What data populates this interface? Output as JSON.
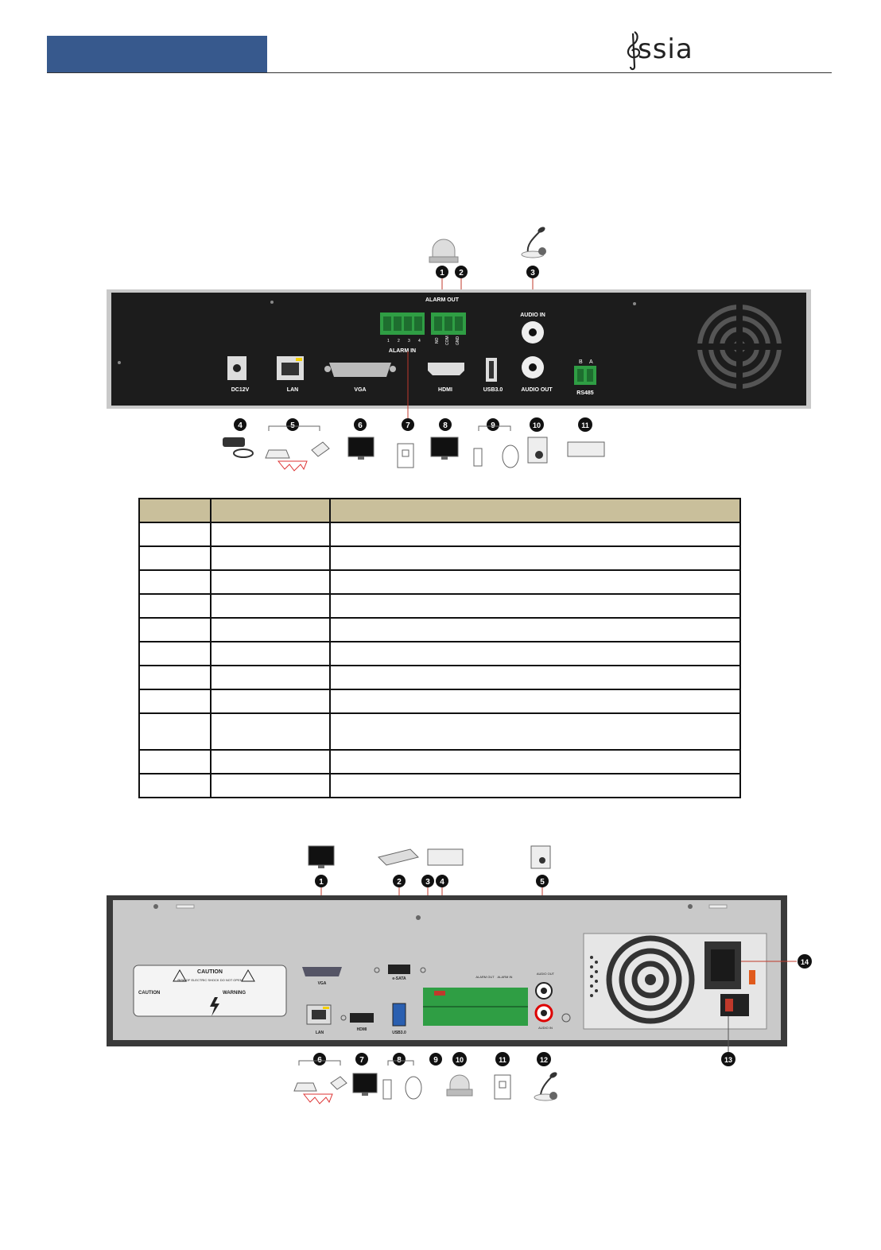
{
  "header": {
    "logo_text": "ssia"
  },
  "figure1": {
    "labels": {
      "alarm_out": "ALARM OUT",
      "alarm_in": "ALARM IN",
      "alarm_in_pins": [
        "1",
        "2",
        "3",
        "4"
      ],
      "alarm_out_pins": [
        "NO",
        "COM",
        "GND"
      ],
      "audio_in": "AUDIO IN",
      "audio_out": "AUDIO OUT",
      "dc12v": "DC12V",
      "lan": "LAN",
      "vga": "VGA",
      "hdmi": "HDMI",
      "usb": "USB3.0",
      "rs485": "RS485",
      "rs485_pins": [
        "B",
        "A"
      ]
    },
    "callouts": [
      "1",
      "2",
      "3",
      "4",
      "5",
      "6",
      "7",
      "8",
      "9",
      "10",
      "11"
    ]
  },
  "table": {
    "headers": [
      "",
      "",
      ""
    ],
    "rows": [
      [
        "",
        "",
        ""
      ],
      [
        "",
        "",
        ""
      ],
      [
        "",
        "",
        ""
      ],
      [
        "",
        "",
        ""
      ],
      [
        "",
        "",
        ""
      ],
      [
        "",
        "",
        ""
      ],
      [
        "",
        "",
        ""
      ],
      [
        "",
        "",
        ""
      ],
      [
        "",
        "",
        ""
      ],
      [
        "",
        "",
        ""
      ],
      [
        "",
        "",
        ""
      ]
    ]
  },
  "figure2": {
    "labels": {
      "vga": "VGA",
      "esata": "e-SATA",
      "lan": "LAN",
      "hdmi": "HDMI",
      "usb": "USB3.0",
      "alarm_out": "ALARM OUT",
      "alarm_in": "ALARM IN",
      "audio_out": "AUDIO OUT",
      "audio_in": "AUDIO IN",
      "caution": "CAUTION",
      "caution_sub": "RISK OF ELECTRIC SHOCK DO NOT OPEN",
      "caution2": "CAUTION",
      "warning": "WARNING"
    },
    "callouts": [
      "1",
      "2",
      "3",
      "4",
      "5",
      "6",
      "7",
      "8",
      "9",
      "10",
      "11",
      "12",
      "13",
      "14"
    ]
  },
  "colors": {
    "header_bar": "#37598d",
    "table_header": "#c9bf9b",
    "panel": "#1c1c1c",
    "terminal": "#2f9e44",
    "callout": "#111111"
  }
}
